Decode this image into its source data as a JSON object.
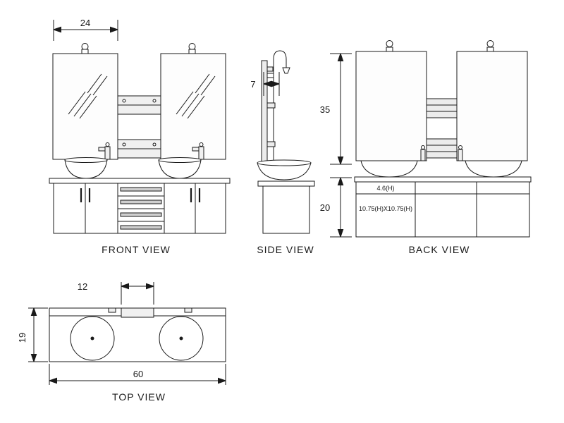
{
  "views": {
    "front": {
      "label": "FRONT VIEW"
    },
    "side": {
      "label": "SIDE VIEW"
    },
    "back": {
      "label": "BACK VIEW"
    },
    "top": {
      "label": "TOP VIEW"
    }
  },
  "dims": {
    "mirror_width": "24",
    "side_offset": "7",
    "upper_height": "35",
    "cabinet_height": "20",
    "center_shelf_width": "12",
    "depth": "19",
    "total_width": "60"
  },
  "annotations": {
    "drawer_height": "4.6(H)",
    "door_size": "10.75(H)X10.75(H)"
  },
  "colors": {
    "line": "#1a1a1a",
    "background": "#ffffff",
    "panel_fill": "#ececec",
    "handle_fill": "#cfcfcf"
  }
}
